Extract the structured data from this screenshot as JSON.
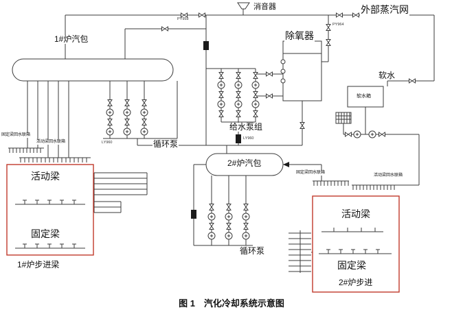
{
  "caption": "图 1　汽化冷却系统示意图",
  "labels": {
    "muffler": "消音器",
    "external_steam_net": "外部蒸汽网",
    "drum1": "1#炉汽包",
    "drum2": "2#炉汽包",
    "deaerator": "除氧器",
    "soft_water": "软水",
    "soft_water_tank": "软水箱",
    "feed_pump_group": "给水泵组",
    "circulating_pump_1": "循环泵",
    "circulating_pump_2": "循环泵",
    "movable_beam_1": "活动梁",
    "fixed_beam_1": "固定梁",
    "movable_beam_2": "活动梁",
    "fixed_beam_2": "固定梁",
    "walking_beam_1": "1#炉步进梁",
    "walking_beam_2": "2#炉步进",
    "fixed_header_1": "固定梁回水联箱",
    "movable_header_1": "活动梁回水联箱",
    "fixed_header_2": "固定梁回水联箱",
    "movable_header_2": "活动梁回水联箱"
  },
  "tags": {
    "tag_top": "PY958",
    "tag_left": "LY960",
    "tag_mid": "LY960",
    "tag_right": "PY964"
  },
  "colors": {
    "diagram_line": "#3a3a3a",
    "red_box": "#c0392b",
    "background": "#ffffff"
  }
}
